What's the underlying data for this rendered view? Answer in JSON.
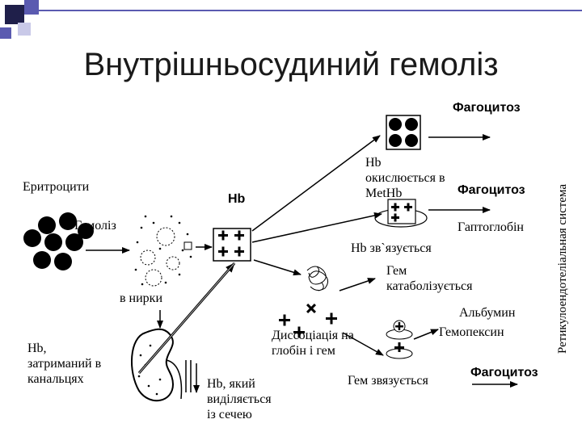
{
  "title": "Внутрішньосудиний гемоліз",
  "labels": {
    "erythrocytes": "Еритроцити",
    "hemolysis": "Гемоліз",
    "hb_main": "Hb",
    "to_kidneys": "в нирки",
    "hb_retained": [
      "Hb,",
      "затриманий в",
      "канальцях"
    ],
    "hb_excreted": [
      "Hb, який",
      "виділяється",
      "із сечею"
    ],
    "phagocytosis_top": "Фагоцитоз",
    "hb_oxidized": [
      "Hb",
      "окислюється в",
      "MetHb"
    ],
    "phagocytosis_mid": "Фагоцитоз",
    "haptoglobin": "Гаптоглобін",
    "hb_binds": "Hb зв`язується",
    "heme_catabolized": [
      "Гем",
      "катаболізується"
    ],
    "albumin": "Альбумин",
    "hemopexin": "Гемопексин",
    "dissociation": [
      "Диссоціація на",
      "глобін і гем"
    ],
    "heme_binds": "Гем звязується",
    "phagocytosis_bottom": "Фагоцитоз",
    "reticulo": "Ретикулоендотеліальная система"
  },
  "colors": {
    "accent_dark": "#1f1f4a",
    "accent_mid": "#5a5ab0",
    "accent_light": "#c9c9e8"
  },
  "icons": [
    "cell-cluster-icon",
    "globin-cross-icon",
    "kidney-icon",
    "dot-cloud-icon"
  ]
}
